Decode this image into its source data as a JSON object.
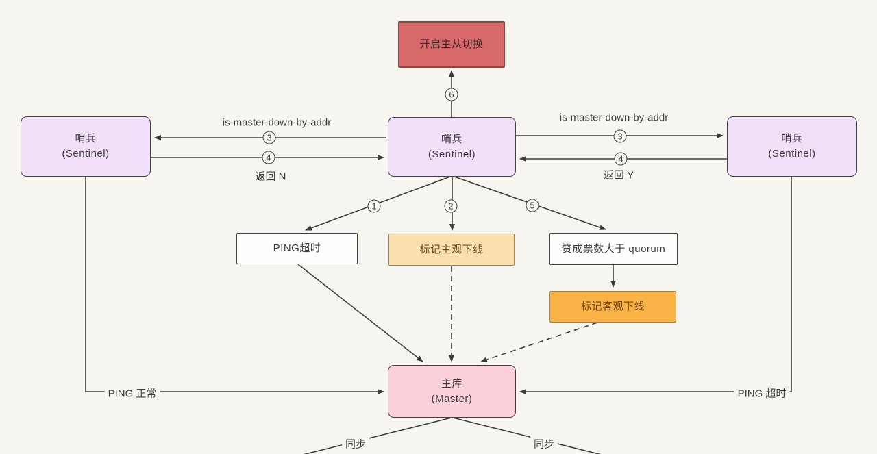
{
  "diagram": {
    "title": "Redis Sentinel failover flow",
    "background": "#f7f5ef",
    "line_color": "#3d3d3d"
  },
  "nodes": {
    "start": {
      "label": "开启主从切换",
      "fill": "#d8696a"
    },
    "sentinelLeft": {
      "title": "哨兵",
      "subtitle": "(Sentinel)",
      "fill": "#f2e0fa"
    },
    "sentinelCenter": {
      "title": "哨兵",
      "subtitle": "(Sentinel)",
      "fill": "#f2e0fa"
    },
    "sentinelRight": {
      "title": "哨兵",
      "subtitle": "(Sentinel)",
      "fill": "#f2e0fa"
    },
    "pingTimeout": {
      "label": "PING超时",
      "fill": "#fefefe"
    },
    "subjectiveDown": {
      "label": "标记主观下线",
      "fill": "#fbdfad"
    },
    "quorum": {
      "label": "赞成票数大于 quorum",
      "fill": "#fefefe"
    },
    "objectiveDown": {
      "label": "标记客观下线",
      "fill": "#f8b245"
    },
    "master": {
      "title": "主库",
      "subtitle": "(Master)",
      "fill": "#fbd0da"
    }
  },
  "edge_labels": {
    "cmdLeft": "is-master-down-by-addr",
    "cmdRight": "is-master-down-by-addr",
    "returnN": "返回 N",
    "returnY": "返回 Y",
    "pingOk": "PING 正常",
    "pingTimeout": "PING 超时",
    "syncLeft": "同步",
    "syncRight": "同步"
  },
  "steps": {
    "s1": "1",
    "s2": "2",
    "s3Left": "3",
    "s4Left": "4",
    "s3Right": "3",
    "s4Right": "4",
    "s5": "5",
    "s6": "6"
  }
}
